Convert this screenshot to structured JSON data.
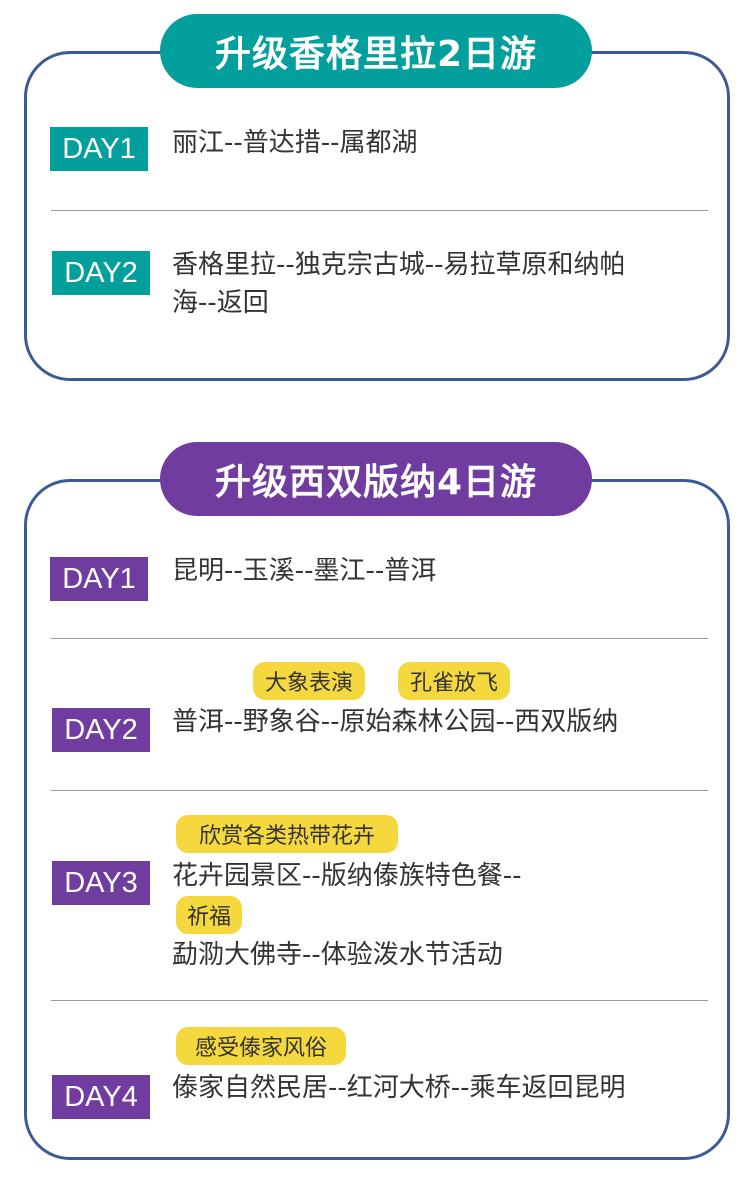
{
  "tour1": {
    "title": "升级香格里拉2日游",
    "color": "#029f9d",
    "days": [
      {
        "label": "DAY1",
        "lines": [
          "丽江--普达措--属都湖"
        ]
      },
      {
        "label": "DAY2",
        "lines": [
          "香格里拉--独克宗古城--易拉草原和纳帕",
          "海--返回"
        ]
      }
    ]
  },
  "tour2": {
    "title": "升级西双版纳4日游",
    "color": "#713c9f",
    "days": [
      {
        "label": "DAY1",
        "lines": [
          "昆明--玉溪--墨江--普洱"
        ]
      },
      {
        "label": "DAY2",
        "tags": [
          "大象表演",
          "孔雀放飞"
        ],
        "lines": [
          "普洱--野象谷--原始森林公园--西双版纳"
        ]
      },
      {
        "label": "DAY3",
        "tags": [
          "欣赏各类热带花卉",
          "祈福"
        ],
        "lines": [
          "花卉园景区--版纳傣族特色餐--",
          "勐泐大佛寺--体验泼水节活动"
        ]
      },
      {
        "label": "DAY4",
        "tags": [
          "感受傣家风俗"
        ],
        "lines": [
          "傣家自然民居--红河大桥--乘车返回昆明"
        ]
      }
    ]
  }
}
